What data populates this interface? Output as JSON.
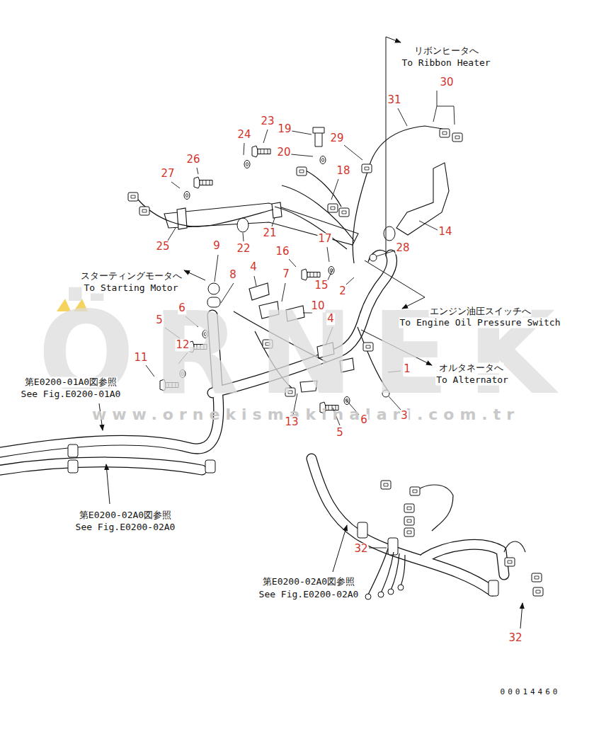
{
  "diagram": {
    "labels": [
      "リボンヒータへ",
      "To Ribbon Heater",
      "30",
      "31",
      "23",
      "19",
      "29",
      "24",
      "20",
      "26",
      "18",
      "27",
      "14",
      "21",
      "25",
      "9",
      "17",
      "28",
      "22",
      "16",
      "4",
      "スターティングモータへ",
      "To Starting Motor",
      "8",
      "7",
      "15",
      "2",
      "6",
      "10",
      "エンジン油圧スイッチへ",
      "To Engine Oil Pressure Switch",
      "4",
      "5",
      "ÖRNEK",
      "12",
      "11",
      "オルタネータへ",
      "1",
      "To Alternator",
      "第E0200-01A0図参照",
      "See Fig.E0200-01A0",
      "www.ornekismakinalari.com.tr",
      "3",
      "6",
      "13",
      "5",
      "第E0200-02A0図参照",
      "See Fig.E0200-02A0",
      "32",
      "第E0200-02A0図参照",
      "See Fig.E0200-02A0",
      "32",
      "00014460"
    ]
  }
}
